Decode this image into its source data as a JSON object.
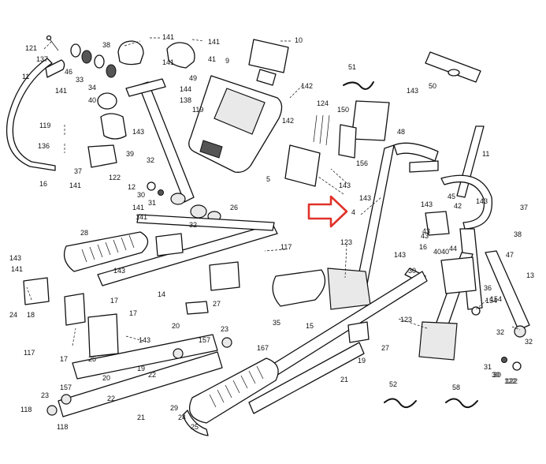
{
  "callouts": [
    "121",
    "137",
    "46",
    "33",
    "34",
    "38",
    "141",
    "141",
    "141",
    "41",
    "49",
    "144",
    "11",
    "141",
    "40",
    "138",
    "119",
    "143",
    "39",
    "119",
    "136",
    "37",
    "16",
    "141",
    "122",
    "12",
    "30",
    "31",
    "32",
    "26",
    "32",
    "10",
    "9",
    "142",
    "142",
    "124",
    "150",
    "51",
    "143",
    "48",
    "156",
    "5",
    "143",
    "143",
    "4",
    "11",
    "45",
    "42",
    "143",
    "143",
    "37",
    "38",
    "47",
    "40",
    "16",
    "44",
    "36",
    "13",
    "43",
    "154",
    "30",
    "122",
    "117",
    "28",
    "141",
    "141",
    "27",
    "14",
    "143",
    "24",
    "18",
    "117",
    "17",
    "17",
    "17",
    "25",
    "143",
    "20",
    "23",
    "167",
    "157",
    "22",
    "19",
    "20",
    "157",
    "22",
    "23",
    "118",
    "118",
    "21",
    "143",
    "35",
    "123",
    "15",
    "27",
    "19",
    "21",
    "30",
    "123",
    "154",
    "32",
    "32",
    "31",
    "30",
    "122",
    "52",
    "58",
    "29",
    "24",
    "25",
    "50",
    "40",
    "141",
    "143",
    "43"
  ],
  "colors": {
    "ink": "#111111",
    "arrow": "#e0322a"
  },
  "icons": [
    "red-arrow-icon",
    "power-cord-icon"
  ]
}
